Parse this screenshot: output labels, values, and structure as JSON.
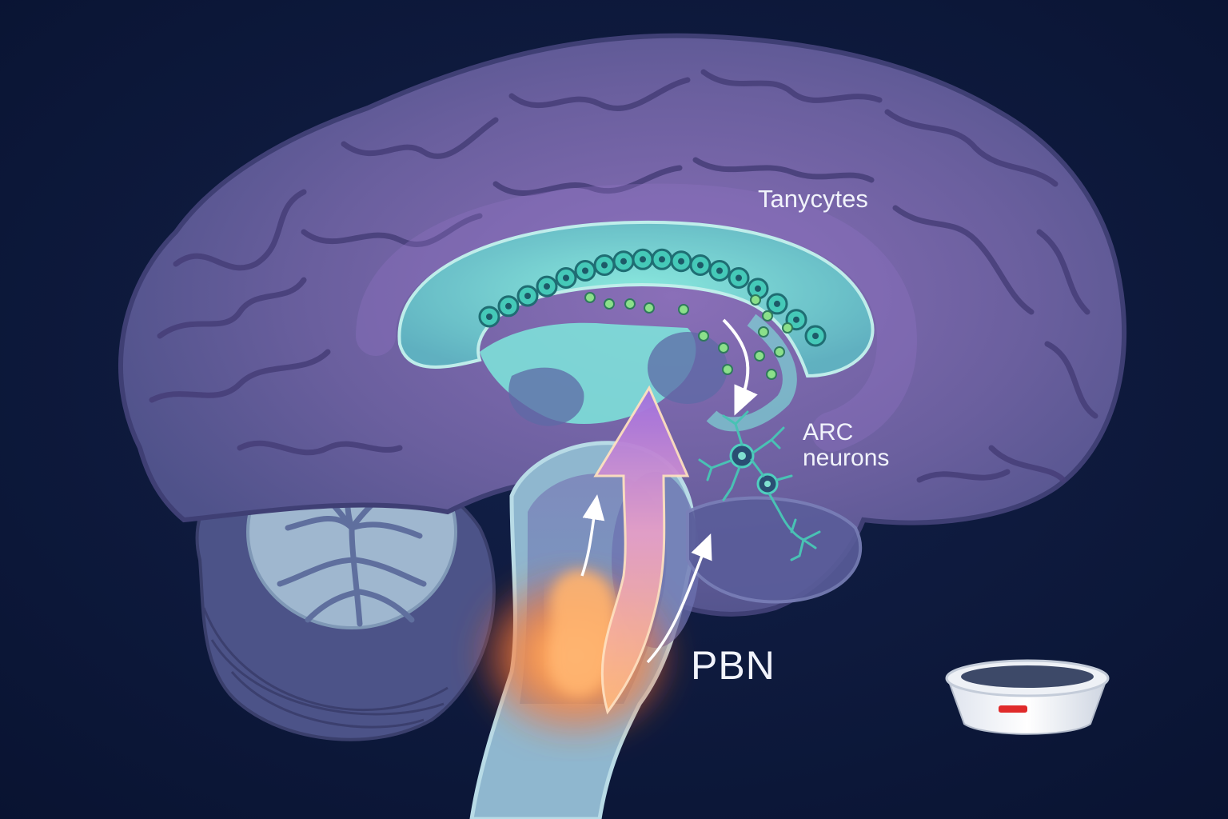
{
  "labels": {
    "tanycytes": "Tanycytes",
    "arc_line1": "ARC",
    "arc_line2": "neurons",
    "pbn": "PBN"
  },
  "colors": {
    "background": "#0c1836",
    "cortex": "#6a5f9e",
    "cortex_fold": "#4b4379",
    "ventricle": "#7fd3cf",
    "tanycyte_cell": "#45c9b8",
    "signal_dot": "#8be08a",
    "brainstem": "#8fb7cf",
    "pbn_glow": "#ff8a3d",
    "up_arrow": "#b07be6",
    "cerebellum": "#9fb7cf",
    "bowl_stripe": "#e02b2b"
  },
  "icons": {
    "food_bowl": "empty-food-bowl-icon",
    "arc_neuron": "neuron-icon"
  }
}
